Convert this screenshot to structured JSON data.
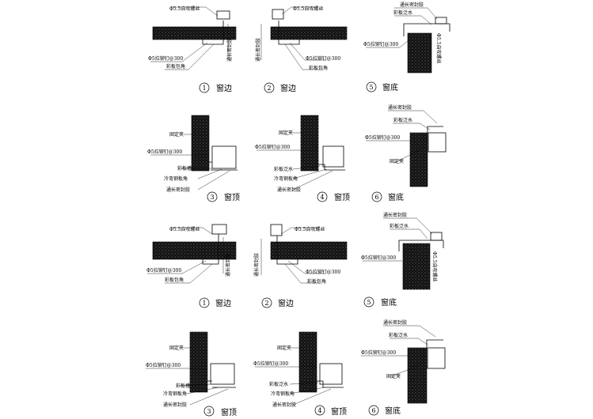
{
  "drawing": {
    "labels": {
      "screw": "Φ5.5自攻螺丝",
      "rivet": "Φ5拉铆钉@300",
      "corner": "彩板包角",
      "sealant": "通长密封胶",
      "fixer": "固定夹",
      "flashing": "彩板泛水",
      "trough": "彩板槽",
      "steelplate": "冷弯钢板角"
    },
    "captions": {
      "side": "窗边",
      "top": "窗顶",
      "bottom": "窗底"
    },
    "numbers": [
      "1",
      "2",
      "3",
      "4",
      "5",
      "6"
    ]
  },
  "colors": {
    "line": "#000000",
    "insulation_fill": "#1a1a1a",
    "background": "#ffffff"
  }
}
